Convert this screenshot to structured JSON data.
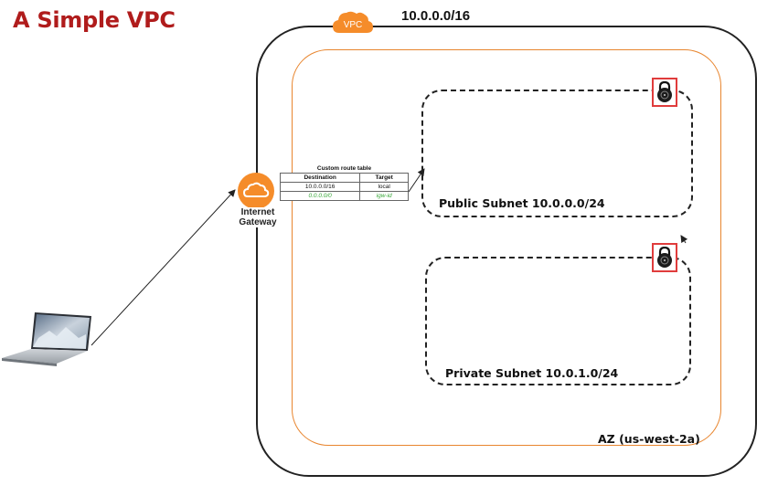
{
  "title": "A Simple VPC",
  "vpc": {
    "badge": "VPC",
    "cidr": "10.0.0.0/16"
  },
  "internet_gateway": {
    "label_line1": "Internet",
    "label_line2": "Gateway"
  },
  "route_table": {
    "title": "Custom route table",
    "headers": [
      "Destination",
      "Target"
    ],
    "rows": [
      [
        "10.0.0.0/16",
        "local"
      ],
      [
        "0.0.0.0/0",
        "igw-id"
      ]
    ]
  },
  "public_subnet": {
    "label": "Public Subnet 10.0.0.0/24"
  },
  "private_subnet": {
    "label": "Private Subnet 10.0.1.0/24"
  },
  "availability_zone": {
    "label": "AZ (us-west-2a)"
  },
  "icons": [
    "cloud-icon",
    "lock-icon",
    "laptop-icon"
  ],
  "colors": {
    "title": "#b01c1c",
    "aws_orange": "#f58c2a",
    "az_border": "#e8852e",
    "lock_border": "#e03c3c",
    "igw_route": "#3aa83a"
  }
}
